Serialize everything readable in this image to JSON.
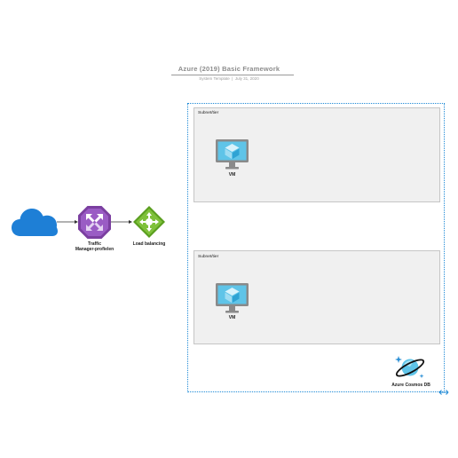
{
  "header": {
    "title": "Azure (2019) Basic Framework",
    "subtitle_template": "System Template",
    "subtitle_date": "July 31, 2020"
  },
  "nodes": {
    "traffic_manager": "Traffic Manager-profielen",
    "traffic_manager_line1": "Traffic",
    "traffic_manager_line2": "Manager-profielen",
    "load_balancing": "Load balancing",
    "vm_1": "VM",
    "vm_2": "VM",
    "cosmos_db": "Azure Cosmos DB"
  },
  "subnets": {
    "subnet_1": "Subnet/tier",
    "subnet_2": "Subnet/tier"
  },
  "colors": {
    "cloud": "#1e7fd6",
    "traffic_manager": "#7b3fa0",
    "load_balancer": "#6fb12c",
    "vm_screen": "#5fc4e8",
    "boundary": "#1f8ad6",
    "subnet_fill": "#f0f0f0"
  }
}
